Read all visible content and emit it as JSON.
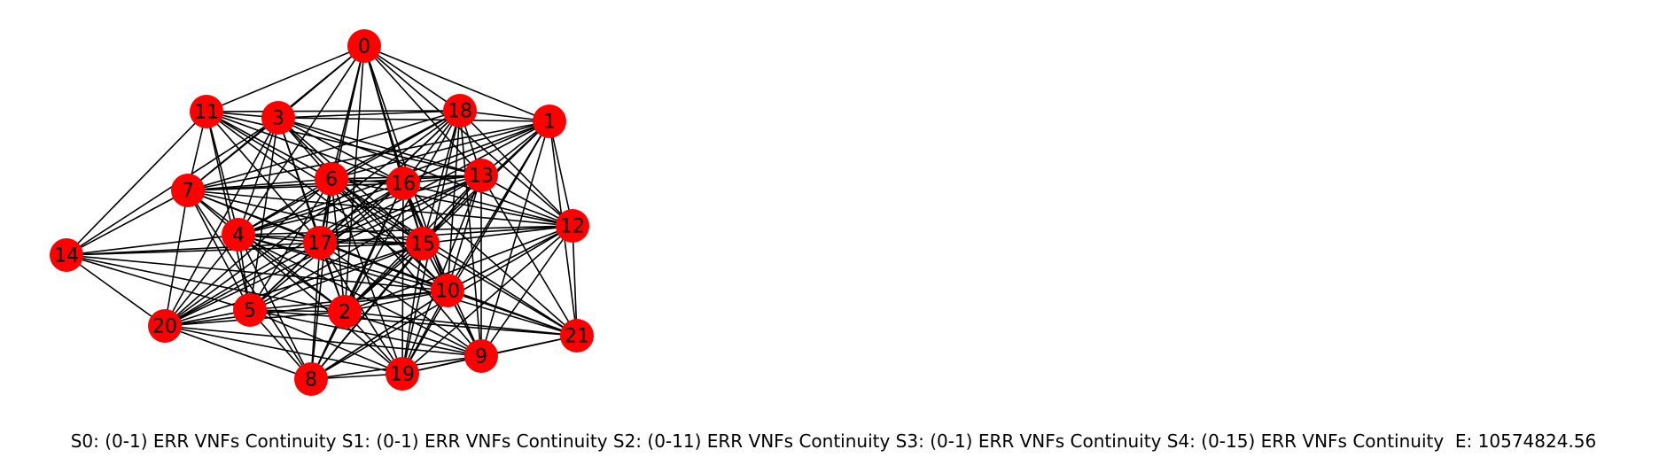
{
  "graph": {
    "node_color": "#ff0000",
    "edge_color": "#000000",
    "nodes": [
      "0",
      "1",
      "2",
      "3",
      "4",
      "5",
      "6",
      "7",
      "8",
      "9",
      "10",
      "11",
      "12",
      "13",
      "14",
      "15",
      "16",
      "17",
      "18",
      "19",
      "20",
      "21"
    ],
    "edges": [
      [
        "0",
        "11"
      ],
      [
        "0",
        "3"
      ],
      [
        "0",
        "18"
      ],
      [
        "0",
        "1"
      ],
      [
        "0",
        "13"
      ],
      [
        "0",
        "6"
      ],
      [
        "0",
        "16"
      ],
      [
        "0",
        "15"
      ],
      [
        "0",
        "17"
      ],
      [
        "0",
        "4"
      ],
      [
        "0",
        "7"
      ],
      [
        "0",
        "10"
      ],
      [
        "0",
        "12"
      ],
      [
        "0",
        "2"
      ],
      [
        "11",
        "3"
      ],
      [
        "11",
        "18"
      ],
      [
        "11",
        "7"
      ],
      [
        "11",
        "14"
      ],
      [
        "11",
        "4"
      ],
      [
        "11",
        "6"
      ],
      [
        "11",
        "17"
      ],
      [
        "11",
        "5"
      ],
      [
        "11",
        "15"
      ],
      [
        "11",
        "16"
      ],
      [
        "11",
        "13"
      ],
      [
        "11",
        "10"
      ],
      [
        "3",
        "18"
      ],
      [
        "3",
        "1"
      ],
      [
        "3",
        "7"
      ],
      [
        "3",
        "14"
      ],
      [
        "3",
        "4"
      ],
      [
        "3",
        "6"
      ],
      [
        "3",
        "16"
      ],
      [
        "3",
        "13"
      ],
      [
        "3",
        "15"
      ],
      [
        "3",
        "17"
      ],
      [
        "3",
        "5"
      ],
      [
        "3",
        "20"
      ],
      [
        "3",
        "10"
      ],
      [
        "3",
        "2"
      ],
      [
        "3",
        "12"
      ],
      [
        "18",
        "1"
      ],
      [
        "18",
        "6"
      ],
      [
        "18",
        "16"
      ],
      [
        "18",
        "13"
      ],
      [
        "18",
        "12"
      ],
      [
        "18",
        "15"
      ],
      [
        "18",
        "17"
      ],
      [
        "18",
        "4"
      ],
      [
        "18",
        "7"
      ],
      [
        "18",
        "10"
      ],
      [
        "18",
        "2"
      ],
      [
        "18",
        "9"
      ],
      [
        "18",
        "19"
      ],
      [
        "18",
        "5"
      ],
      [
        "18",
        "20"
      ],
      [
        "1",
        "6"
      ],
      [
        "1",
        "16"
      ],
      [
        "1",
        "13"
      ],
      [
        "1",
        "12"
      ],
      [
        "1",
        "21"
      ],
      [
        "1",
        "15"
      ],
      [
        "1",
        "17"
      ],
      [
        "1",
        "4"
      ],
      [
        "1",
        "10"
      ],
      [
        "1",
        "2"
      ],
      [
        "1",
        "9"
      ],
      [
        "1",
        "19"
      ],
      [
        "1",
        "7"
      ],
      [
        "7",
        "14"
      ],
      [
        "7",
        "6"
      ],
      [
        "7",
        "16"
      ],
      [
        "7",
        "13"
      ],
      [
        "7",
        "4"
      ],
      [
        "7",
        "17"
      ],
      [
        "7",
        "15"
      ],
      [
        "7",
        "5"
      ],
      [
        "7",
        "20"
      ],
      [
        "7",
        "8"
      ],
      [
        "7",
        "10"
      ],
      [
        "7",
        "2"
      ],
      [
        "7",
        "12"
      ],
      [
        "6",
        "16"
      ],
      [
        "6",
        "13"
      ],
      [
        "6",
        "4"
      ],
      [
        "6",
        "17"
      ],
      [
        "6",
        "15"
      ],
      [
        "6",
        "10"
      ],
      [
        "6",
        "2"
      ],
      [
        "6",
        "5"
      ],
      [
        "6",
        "20"
      ],
      [
        "6",
        "8"
      ],
      [
        "6",
        "19"
      ],
      [
        "6",
        "9"
      ],
      [
        "6",
        "12"
      ],
      [
        "6",
        "21"
      ],
      [
        "16",
        "13"
      ],
      [
        "16",
        "4"
      ],
      [
        "16",
        "17"
      ],
      [
        "16",
        "15"
      ],
      [
        "16",
        "10"
      ],
      [
        "16",
        "2"
      ],
      [
        "16",
        "5"
      ],
      [
        "16",
        "20"
      ],
      [
        "16",
        "8"
      ],
      [
        "16",
        "19"
      ],
      [
        "16",
        "9"
      ],
      [
        "16",
        "12"
      ],
      [
        "16",
        "21"
      ],
      [
        "13",
        "12"
      ],
      [
        "13",
        "15"
      ],
      [
        "13",
        "17"
      ],
      [
        "13",
        "4"
      ],
      [
        "13",
        "10"
      ],
      [
        "13",
        "2"
      ],
      [
        "13",
        "9"
      ],
      [
        "13",
        "19"
      ],
      [
        "13",
        "5"
      ],
      [
        "13",
        "20"
      ],
      [
        "13",
        "8"
      ],
      [
        "13",
        "21"
      ],
      [
        "12",
        "15"
      ],
      [
        "12",
        "17"
      ],
      [
        "12",
        "4"
      ],
      [
        "12",
        "10"
      ],
      [
        "12",
        "2"
      ],
      [
        "12",
        "9"
      ],
      [
        "12",
        "19"
      ],
      [
        "12",
        "21"
      ],
      [
        "12",
        "8"
      ],
      [
        "14",
        "4"
      ],
      [
        "14",
        "17"
      ],
      [
        "14",
        "15"
      ],
      [
        "14",
        "5"
      ],
      [
        "14",
        "20"
      ],
      [
        "14",
        "2"
      ],
      [
        "14",
        "10"
      ],
      [
        "4",
        "17"
      ],
      [
        "4",
        "15"
      ],
      [
        "4",
        "5"
      ],
      [
        "4",
        "20"
      ],
      [
        "4",
        "8"
      ],
      [
        "4",
        "2"
      ],
      [
        "4",
        "10"
      ],
      [
        "4",
        "19"
      ],
      [
        "4",
        "9"
      ],
      [
        "4",
        "21"
      ],
      [
        "17",
        "15"
      ],
      [
        "17",
        "10"
      ],
      [
        "17",
        "2"
      ],
      [
        "17",
        "5"
      ],
      [
        "17",
        "20"
      ],
      [
        "17",
        "8"
      ],
      [
        "17",
        "19"
      ],
      [
        "17",
        "9"
      ],
      [
        "17",
        "21"
      ],
      [
        "15",
        "10"
      ],
      [
        "15",
        "2"
      ],
      [
        "15",
        "5"
      ],
      [
        "15",
        "20"
      ],
      [
        "15",
        "8"
      ],
      [
        "15",
        "19"
      ],
      [
        "15",
        "9"
      ],
      [
        "15",
        "21"
      ],
      [
        "10",
        "2"
      ],
      [
        "10",
        "5"
      ],
      [
        "10",
        "20"
      ],
      [
        "10",
        "8"
      ],
      [
        "10",
        "19"
      ],
      [
        "10",
        "9"
      ],
      [
        "10",
        "21"
      ],
      [
        "5",
        "2"
      ],
      [
        "5",
        "20"
      ],
      [
        "5",
        "8"
      ],
      [
        "5",
        "19"
      ],
      [
        "5",
        "9"
      ],
      [
        "5",
        "21"
      ],
      [
        "2",
        "20"
      ],
      [
        "2",
        "8"
      ],
      [
        "2",
        "19"
      ],
      [
        "2",
        "9"
      ],
      [
        "2",
        "21"
      ],
      [
        "20",
        "8"
      ],
      [
        "20",
        "19"
      ],
      [
        "20",
        "9"
      ],
      [
        "8",
        "19"
      ],
      [
        "8",
        "9"
      ],
      [
        "8",
        "10"
      ],
      [
        "19",
        "9"
      ],
      [
        "19",
        "21"
      ],
      [
        "9",
        "21"
      ]
    ]
  },
  "caption": "S0: (0-1) ERR VNFs Continuity S1: (0-1) ERR VNFs Continuity S2: (0-11) ERR VNFs Continuity S3: (0-1) ERR VNFs Continuity S4: (0-15) ERR VNFs Continuity  E: 10574824.56"
}
